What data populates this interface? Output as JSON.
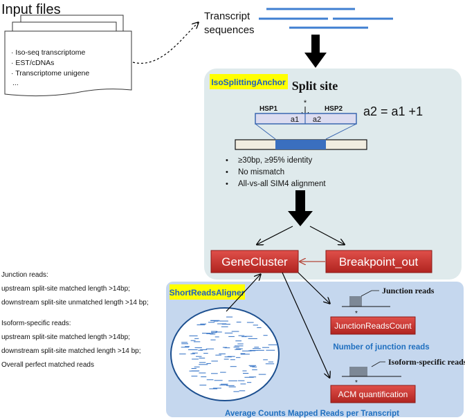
{
  "input_files": {
    "title": "Input files",
    "items": [
      "· Iso-seq transcriptome",
      "· EST/cDNAs",
      "· Transcriptome unigene",
      "..."
    ]
  },
  "transcripts": {
    "line1": "Transcript",
    "line2": "sequences"
  },
  "iso_panel": {
    "tag": "IsoSplittingAnchor",
    "title": "Split site",
    "hsp1": "HSP1",
    "hsp2": "HSP2",
    "star": "*",
    "a1": "a1",
    "a2": "a2",
    "formula": "a2 = a1 +1",
    "criteria": [
      "≥30bp, ≥95% identity",
      "No mismatch",
      "All-vs-all SIM4 alignment"
    ]
  },
  "boxes": {
    "genecluster": "GeneCluster",
    "breakpoint": "Breakpoint_out"
  },
  "short_panel": {
    "tag": "ShortReadsAligner",
    "junction_label": "Junction reads",
    "junction_count": "JunctionReadsCount",
    "junction_caption": "Number of junction reads",
    "isoform_label": "Isoform-specific reads",
    "acm": "ACM quantification",
    "acm_caption": "Average Counts Mapped  Reads per Transcript",
    "star": "*"
  },
  "left_notes": {
    "junction_title": "Junction reads:",
    "junction_lines": [
      "upstream split-site matched length >14bp;",
      "downstream split-site unmatched length >14 bp;"
    ],
    "isoform_title": "Isoform-specific reads:",
    "isoform_lines": [
      "upstream split-site matched length >14bp;",
      "downstream split-site matched length >14 bp;",
      "Overall perfect matched reads"
    ]
  },
  "colors": {
    "iso_panel_bg": "#dfeaec",
    "short_panel_bg": "#c5d7ee",
    "tag_bg": "#ffff00",
    "tag_text": "#1f5fbf",
    "box_red": "#c9302c",
    "caption_blue": "#1f6fbf",
    "read_line": "#2f6fc4",
    "hsp_fill": "#dcdcf0",
    "hsp_border": "#3a67b0",
    "aln_fill": "#f1ede0",
    "aln_mid": "#3a6fbf",
    "arrow_red": "#b5473a"
  }
}
